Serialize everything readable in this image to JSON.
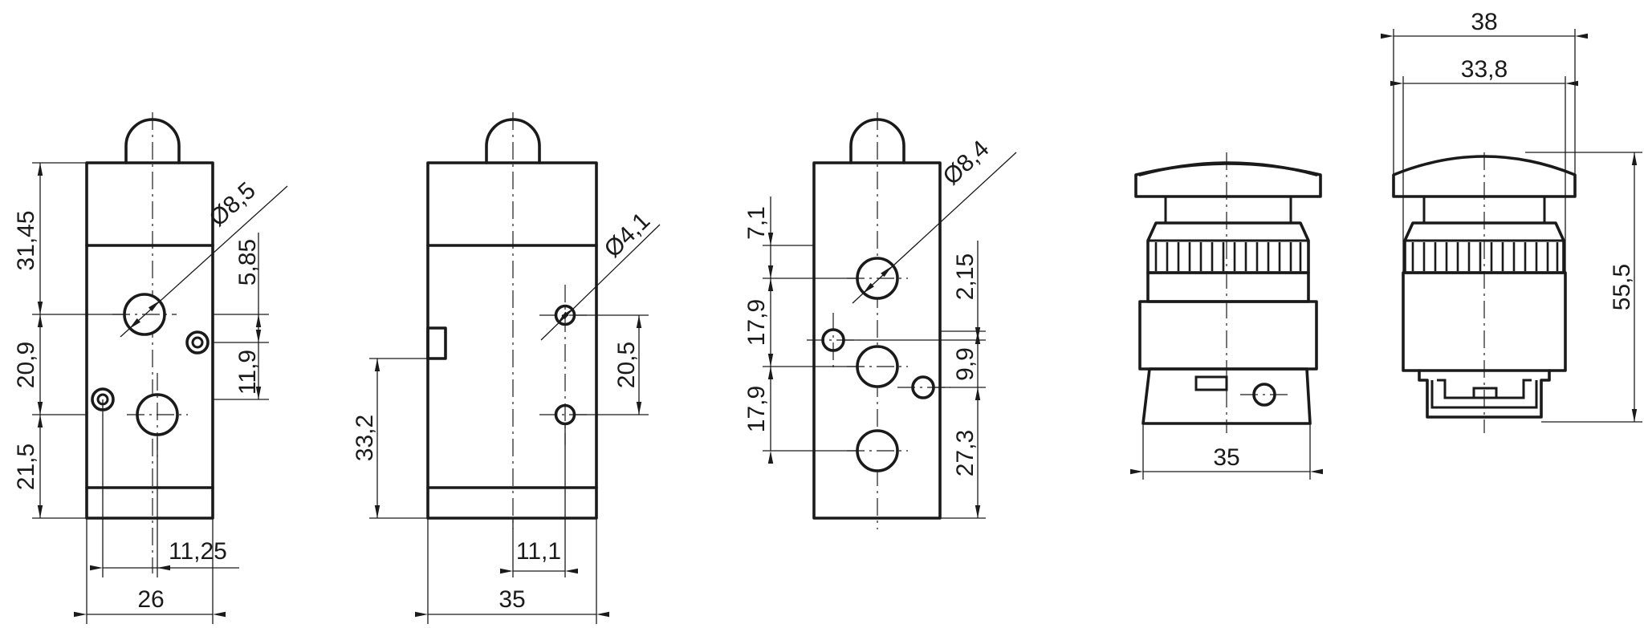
{
  "views": [
    {
      "name": "front-view",
      "dimensions": {
        "top_height": "31,45",
        "upper_hole_offset": "5,85",
        "upper_hole_diameter": "Ø8,5",
        "middle_height": "20,9",
        "small_hole_offset": "11,9",
        "bottom_height": "21,5",
        "hole_spacing": "11,25",
        "width": "26"
      }
    },
    {
      "name": "side-view",
      "dimensions": {
        "port_height": "33,2",
        "small_hole_diameter": "Ø4,1",
        "small_hole_spacing": "20,5",
        "hole_offset": "11,1",
        "width": "35"
      }
    },
    {
      "name": "rear-view",
      "dimensions": {
        "top_height": "7,1",
        "upper_pitch": "17,9",
        "lower_pitch": "17,9",
        "hole_diameter": "Ø8,4",
        "upper_offset": "2,15",
        "small_hole_offset": "9,9",
        "bottom_height": "27,3"
      }
    },
    {
      "name": "button-side-view",
      "dimensions": {
        "base_width": "35"
      }
    },
    {
      "name": "button-front-view",
      "dimensions": {
        "cap_width": "38",
        "bezel_width": "33,8",
        "height": "55,5"
      }
    }
  ]
}
